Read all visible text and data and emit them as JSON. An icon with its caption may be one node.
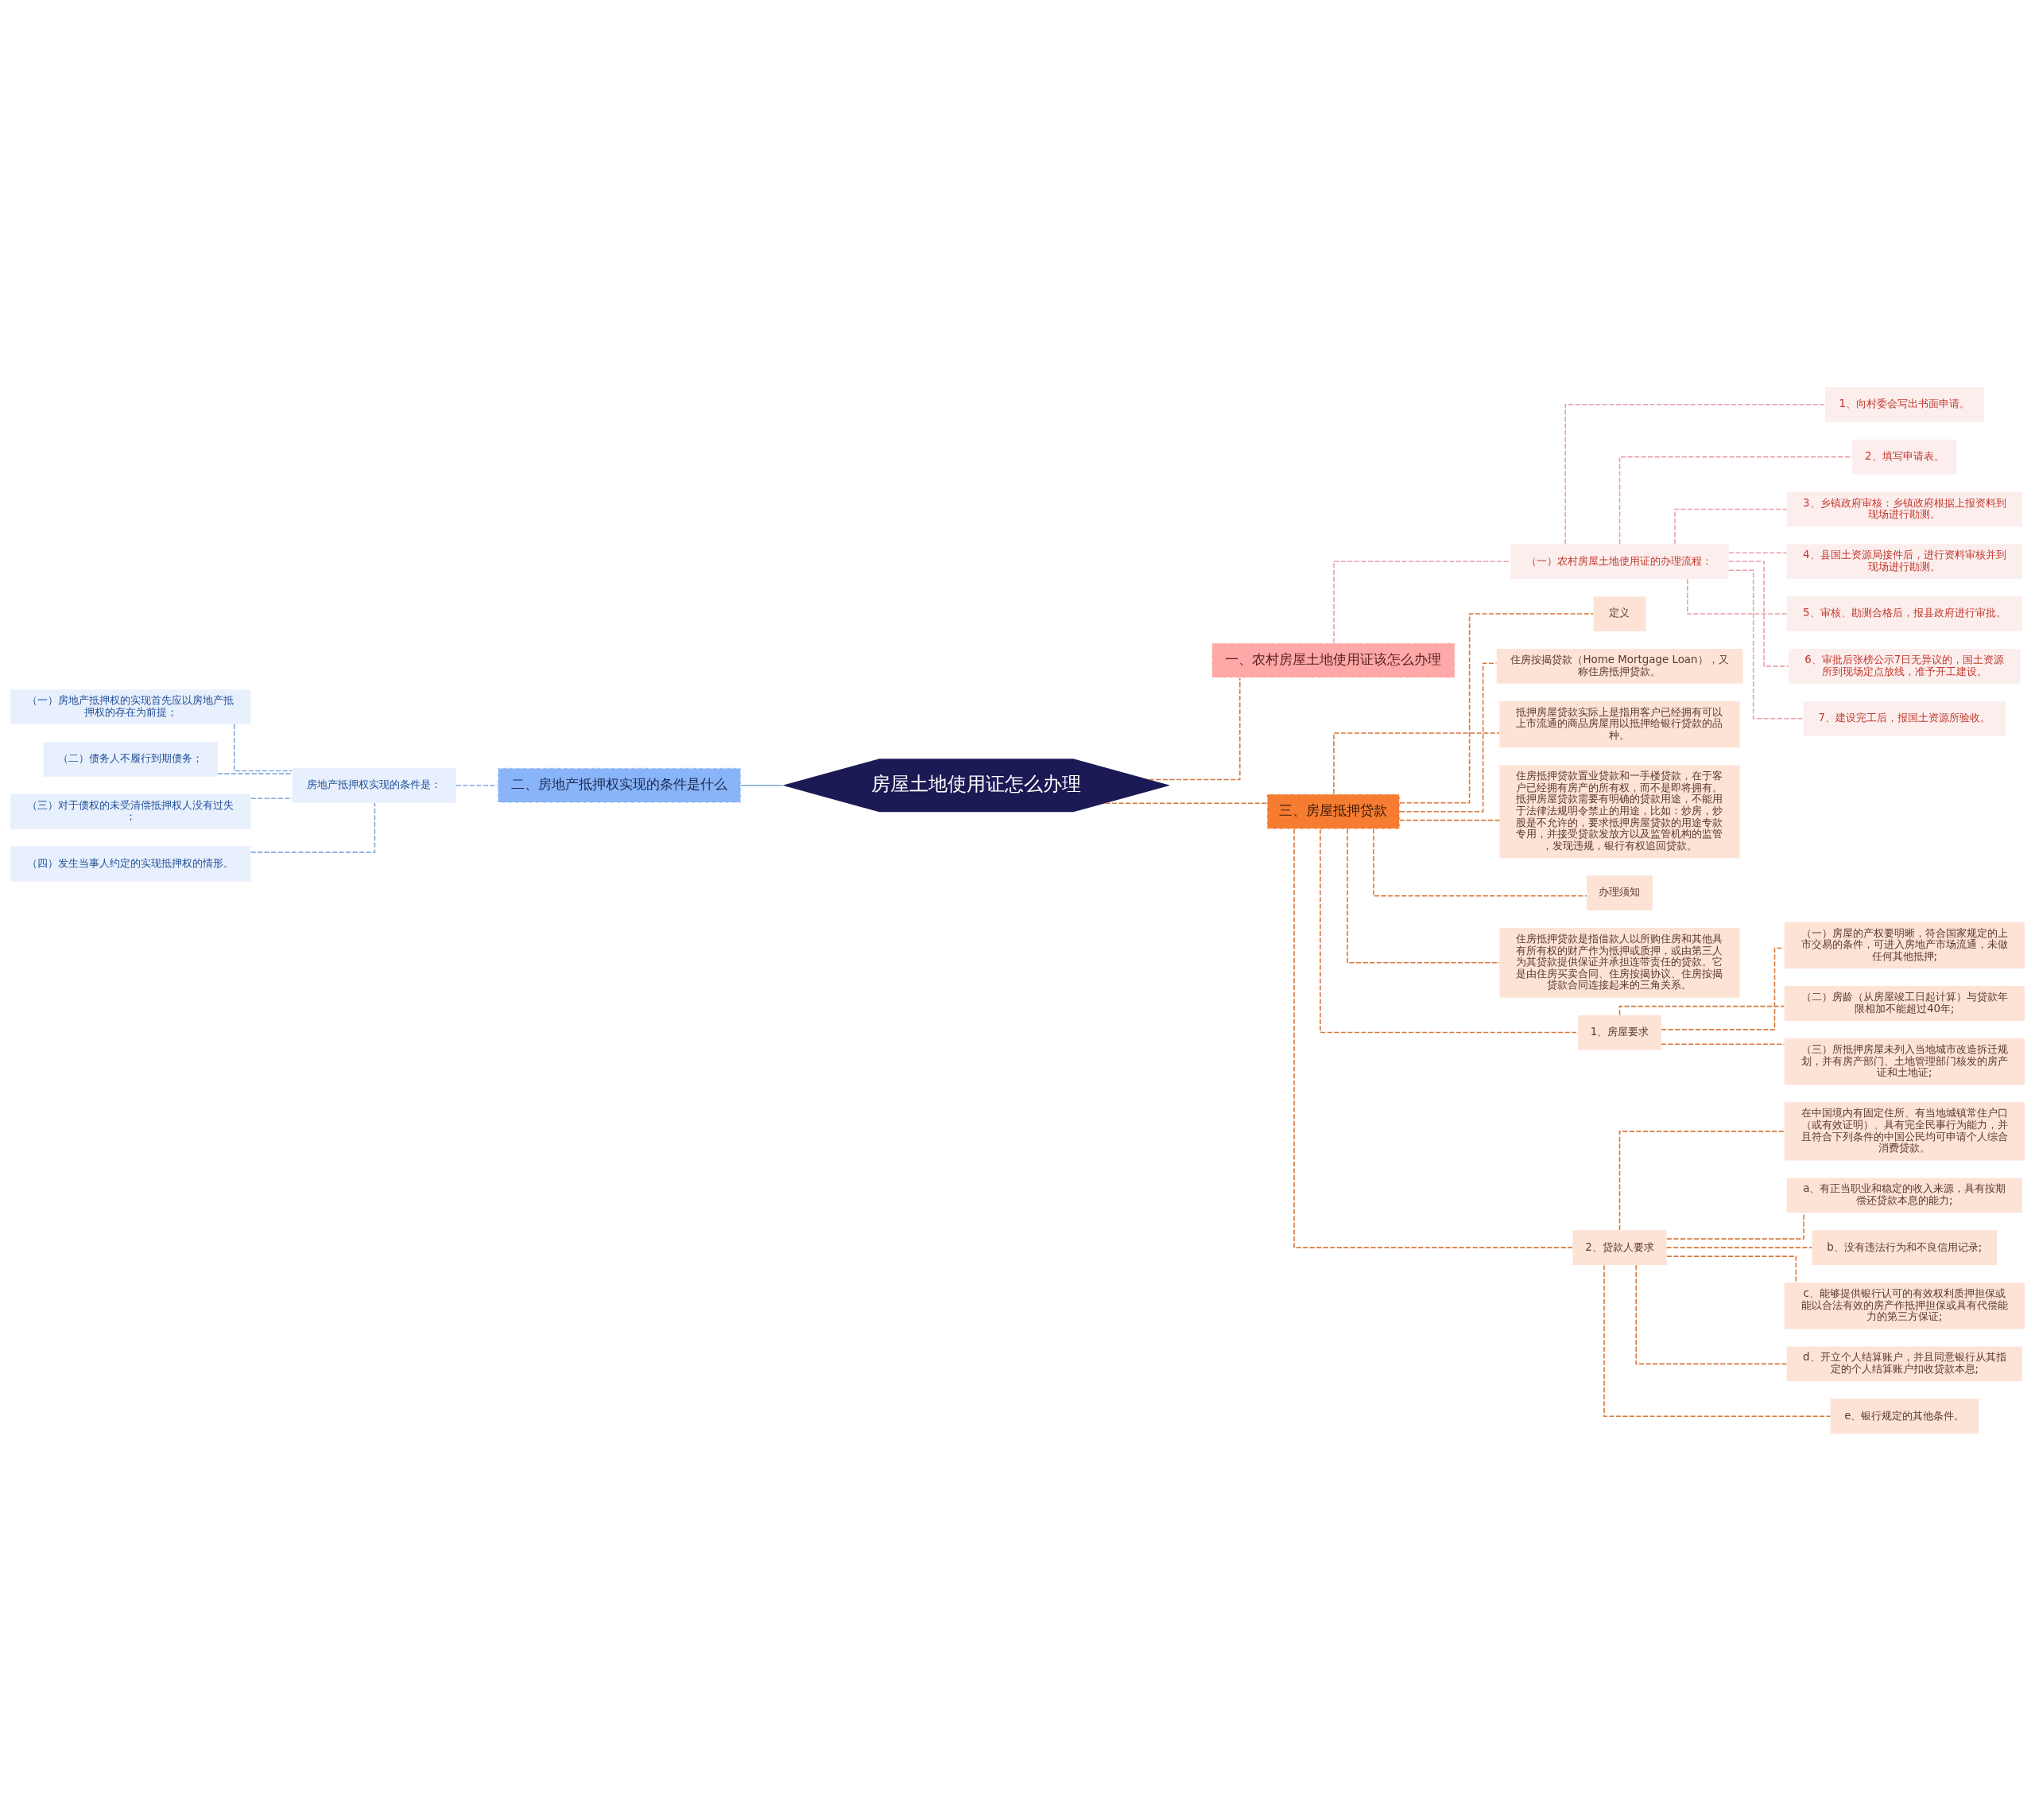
{
  "diagram": {
    "nodes": [
      {
        "text": [
          "房屋土地使用证怎么办理"
        ]
      },
      {
        "text": [
          "一、农村房屋土地使用证该怎么办理"
        ]
      },
      {
        "text": [
          "（一）农村房屋土地使用证的办理流程："
        ]
      },
      {
        "text": [
          "1、向村委会写出书面申请。"
        ]
      },
      {
        "text": [
          "2、填写申请表。"
        ]
      },
      {
        "text": [
          "3、乡镇政府审核：乡镇政府根据上报资料到现场进行勘测。"
        ]
      },
      {
        "text": [
          "4、县国土资源局接件后，进行资料审核并到现场进行勘测。"
        ]
      },
      {
        "text": [
          "5、审核、勘测合格后，报县政府进行审批。"
        ]
      },
      {
        "text": [
          "6、审批后张榜公示7日无异议的，国土资源所到现场定点放线，准予开工建设。"
        ]
      },
      {
        "text": [
          "7、建设完工后，报国土资源所验收。"
        ]
      },
      {
        "text": [
          "二、房地产抵押权实现的条件是什么"
        ]
      },
      {
        "text": [
          "房地产抵押权实现的条件是："
        ]
      },
      {
        "text": [
          "（一）房地产抵押权的实现首先应以房地产抵押权的存在为前提；"
        ]
      },
      {
        "text": [
          "（二）债务人不履行到期债务；"
        ]
      },
      {
        "text": [
          "（三）对于债权的未受清偿抵押权人没有过失；"
        ]
      },
      {
        "text": [
          "（四）发生当事人约定的实现抵押权的情形。"
        ]
      },
      {
        "text": [
          "三、房屋抵押贷款"
        ]
      },
      {
        "text": [
          "定义"
        ]
      },
      {
        "text": [
          "住房按揭贷款（Home Mortgage Loan），又称住房抵押贷款。"
        ]
      },
      {
        "text": [
          "抵押房屋贷款实际上是指用客户已经拥有可以上市流通的商品房屋用以抵押给银行贷款的品种。"
        ]
      },
      {
        "text": [
          "住房抵押贷款置业贷款和一手楼贷款，在于客户已经拥有房产的所有权，而不是即将拥有。抵押房屋贷款需要有明确的贷款用途，不能用于法律法规明令禁止的用途，比如：炒房，炒股是不允许的，要求抵押房屋贷款的用途专款专用，并接受贷款发放方以及监管机构的监管，发现违规，银行有权追回贷款。"
        ]
      },
      {
        "text": [
          "办理须知"
        ]
      },
      {
        "text": [
          "住房抵押贷款是指借款人以所购住房和其他具有所有权的财产作为抵押或质押，或由第三人为其贷款提供保证并承担连带责任的贷款。它是由住房买卖合同、住房按揭协议、住房按揭贷款合同连接起来的三角关系。"
        ]
      },
      {
        "text": [
          "1、房屋要求"
        ]
      },
      {
        "text": [
          "（一）房屋的产权要明晰，符合国家规定的上市交易的条件，可进入房地产市场流通，未做任何其他抵押;"
        ]
      },
      {
        "text": [
          "（二）房龄（从房屋竣工日起计算）与贷款年限相加不能超过40年;"
        ]
      },
      {
        "text": [
          "（三）所抵押房屋未列入当地城市改造拆迁规划，并有房产部门、土地管理部门核发的房产证和土地证;"
        ]
      },
      {
        "text": [
          "2、贷款人要求"
        ]
      },
      {
        "text": [
          "在中国境内有固定住所、有当地城镇常住户口（或有效证明）、具有完全民事行为能力，并且符合下列条件的中国公民均可申请个人综合消费贷款。"
        ]
      },
      {
        "text": [
          "a、有正当职业和稳定的收入来源，具有按期偿还贷款本息的能力;"
        ]
      },
      {
        "text": [
          "b、没有违法行为和不良信用记录;"
        ]
      },
      {
        "text": [
          "c、能够提供银行认可的有效权利质押担保或能以合法有效的房产作抵押担保或具有代偿能力的第三方保证;"
        ]
      },
      {
        "text": [
          "d、开立个人结算账户，并且同意银行从其指定的个人结算账户扣收贷款本息;"
        ]
      },
      {
        "text": [
          "e、银行规定的其他条件。"
        ]
      }
    ],
    "edges": [
      {
        "from": 0,
        "to": 1,
        "arrow": "none",
        "style": "dashed"
      },
      {
        "from": 1,
        "to": 2,
        "arrow": "none",
        "style": "dashed",
        "color": "#e8a0a8"
      },
      {
        "from": 2,
        "to": 3,
        "arrow": "none",
        "style": "dashed",
        "color": "#e8a0a8"
      },
      {
        "from": 2,
        "to": 4,
        "arrow": "none",
        "style": "dashed",
        "color": "#e8a0a8"
      },
      {
        "from": 2,
        "to": 5,
        "arrow": "none",
        "style": "dashed",
        "color": "#e8a0a8"
      },
      {
        "from": 2,
        "to": 6,
        "arrow": "none",
        "style": "dashed",
        "color": "#e8a0a8"
      },
      {
        "from": 2,
        "to": 7,
        "arrow": "none",
        "style": "dashed",
        "color": "#e8a0a8"
      },
      {
        "from": 2,
        "to": 8,
        "arrow": "none",
        "style": "dashed",
        "color": "#e8a0a8"
      },
      {
        "from": 2,
        "to": 9,
        "arrow": "none",
        "style": "dashed",
        "color": "#e8a0a8"
      },
      {
        "from": 0,
        "to": 10,
        "arrow": "none",
        "color": "#7fa7e0"
      },
      {
        "from": 10,
        "to": 11,
        "arrow": "none",
        "style": "dashed",
        "color": "#7fa7e0"
      },
      {
        "from": 11,
        "to": 12,
        "arrow": "none",
        "style": "dashed",
        "color": "#7fa7e0"
      },
      {
        "from": 11,
        "to": 13,
        "arrow": "none",
        "style": "dashed",
        "color": "#7fa7e0"
      },
      {
        "from": 11,
        "to": 14,
        "arrow": "none",
        "style": "dashed",
        "color": "#7fa7e0"
      },
      {
        "from": 11,
        "to": 15,
        "arrow": "none",
        "style": "dashed",
        "color": "#7fa7e0"
      },
      {
        "from": 0,
        "to": 16,
        "arrow": "none",
        "style": "dashed"
      },
      {
        "from": 16,
        "to": 17,
        "arrow": "none",
        "style": "dashed"
      },
      {
        "from": 16,
        "to": 18,
        "arrow": "none",
        "style": "dashed"
      },
      {
        "from": 16,
        "to": 19,
        "arrow": "none",
        "style": "dashed"
      },
      {
        "from": 16,
        "to": 20,
        "arrow": "none",
        "style": "dashed"
      },
      {
        "from": 16,
        "to": 21,
        "arrow": "none",
        "style": "dashed"
      },
      {
        "from": 16,
        "to": 22,
        "arrow": "none",
        "style": "dashed"
      },
      {
        "from": 16,
        "to": 23,
        "arrow": "none",
        "style": "dashed"
      },
      {
        "from": 23,
        "to": 24,
        "arrow": "none",
        "style": "dashed"
      },
      {
        "from": 23,
        "to": 25,
        "arrow": "none",
        "style": "dashed"
      },
      {
        "from": 23,
        "to": 26,
        "arrow": "none",
        "style": "dashed"
      },
      {
        "from": 16,
        "to": 27,
        "arrow": "none",
        "style": "dashed"
      },
      {
        "from": 27,
        "to": 28,
        "arrow": "none",
        "style": "dashed"
      },
      {
        "from": 27,
        "to": 29,
        "arrow": "none",
        "style": "dashed"
      },
      {
        "from": 27,
        "to": 30,
        "arrow": "none",
        "style": "dashed"
      },
      {
        "from": 27,
        "to": 31,
        "arrow": "none",
        "style": "dashed"
      },
      {
        "from": 27,
        "to": 32,
        "arrow": "none",
        "style": "dashed"
      },
      {
        "from": 27,
        "to": 33,
        "arrow": "none",
        "style": "dashed"
      }
    ]
  }
}
